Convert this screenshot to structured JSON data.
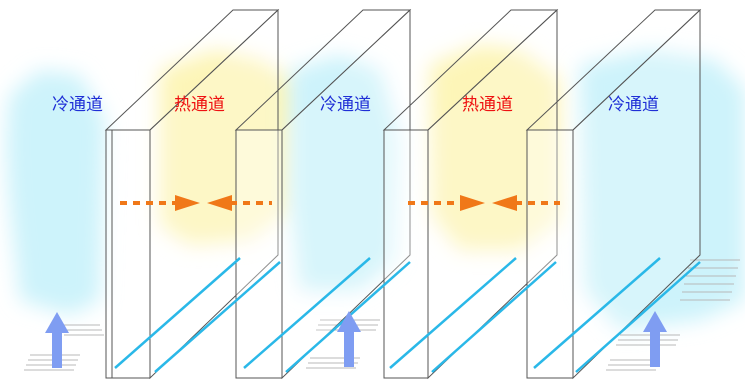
{
  "diagram": {
    "labels": {
      "cold_aisle_left": "冷通道",
      "hot_aisle_left": "热通道",
      "cold_aisle_middle": "冷通道",
      "hot_aisle_right": "热通道",
      "cold_aisle_right": "冷通道"
    },
    "colors": {
      "cold_label": "#1f2fd6",
      "hot_label": "#ee1111",
      "cold_cloud": "#cdf3fb",
      "hot_cloud": "#fdf5b8",
      "airflow_arrow": "#f07818",
      "supply_arrow": "#7f9df2",
      "rack_outline": "#555555",
      "floor_stripe": "#2ab8e8"
    },
    "icons": [
      "airflow-arrow-icon",
      "supply-air-arrow-icon",
      "floor-grille-icon"
    ]
  }
}
